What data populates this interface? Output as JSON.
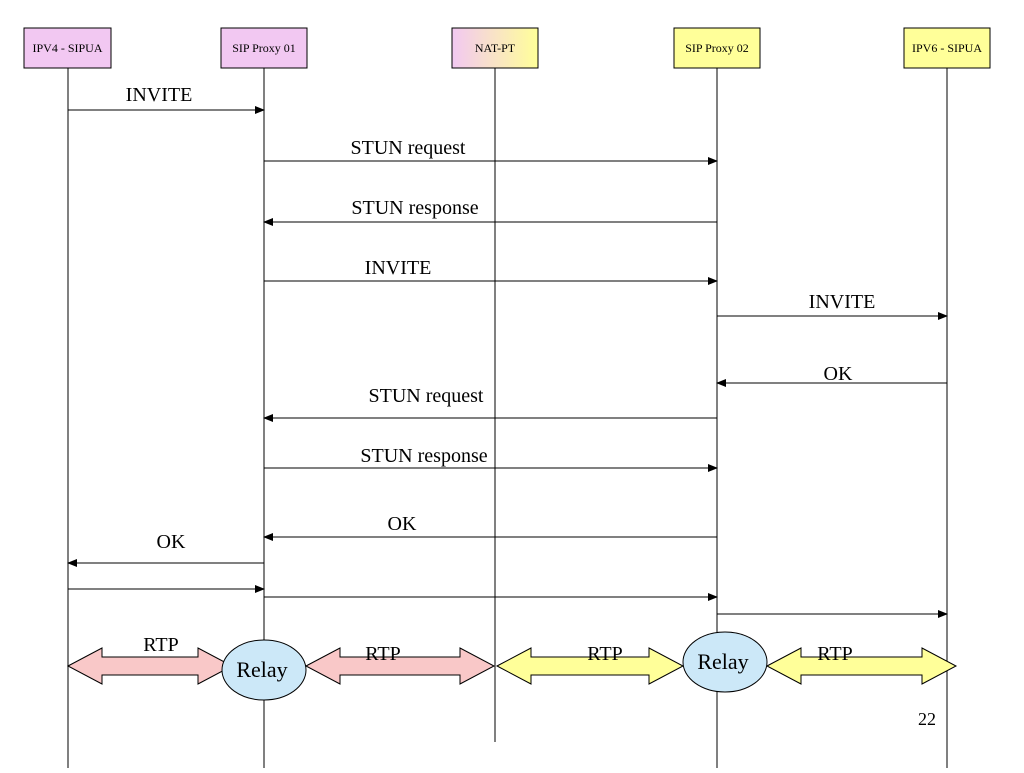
{
  "participants": [
    {
      "id": "ipv4",
      "label": "IPV4 - SIPUA",
      "fill": "#f2c8f2"
    },
    {
      "id": "proxy1",
      "label": "SIP Proxy 01",
      "fill": "#f2c8f2"
    },
    {
      "id": "natpt",
      "label": "NAT-PT",
      "fill": "#f6e6e6"
    },
    {
      "id": "proxy2",
      "label": "SIP Proxy 02",
      "fill": "#ffff99"
    },
    {
      "id": "ipv6",
      "label": "IPV6 - SIPUA",
      "fill": "#ffff99"
    }
  ],
  "messages": [
    {
      "from": "ipv4",
      "to": "proxy1",
      "label": "INVITE"
    },
    {
      "from": "proxy1",
      "to": "proxy2",
      "label": "STUN request"
    },
    {
      "from": "proxy2",
      "to": "proxy1",
      "label": "STUN response"
    },
    {
      "from": "proxy1",
      "to": "proxy2",
      "label": "INVITE"
    },
    {
      "from": "proxy2",
      "to": "ipv6",
      "label": "INVITE"
    },
    {
      "from": "ipv6",
      "to": "proxy2",
      "label": "OK"
    },
    {
      "from": "proxy2",
      "to": "proxy1",
      "label": "STUN request"
    },
    {
      "from": "proxy1",
      "to": "proxy2",
      "label": "STUN response"
    },
    {
      "from": "proxy2",
      "to": "proxy1",
      "label": "OK"
    },
    {
      "from": "proxy1",
      "to": "ipv4",
      "label": "OK"
    },
    {
      "from": "ipv4",
      "to": "proxy1",
      "label": ""
    },
    {
      "from": "proxy1",
      "to": "proxy2",
      "label": ""
    },
    {
      "from": "proxy2",
      "to": "ipv6",
      "label": ""
    }
  ],
  "rtp": {
    "label": "RTP",
    "segments": [
      {
        "label": "RTP",
        "fill": "#f9c8c8"
      },
      {
        "label": "RTP",
        "fill": "#f9c8c8"
      },
      {
        "label": "RTP",
        "fill": "#ffff99"
      },
      {
        "label": "RTP",
        "fill": "#ffff99"
      }
    ]
  },
  "relays": [
    {
      "label": "Relay",
      "fill": "#cce8f8"
    },
    {
      "label": "Relay",
      "fill": "#cce8f8"
    }
  ],
  "page_number": "22"
}
